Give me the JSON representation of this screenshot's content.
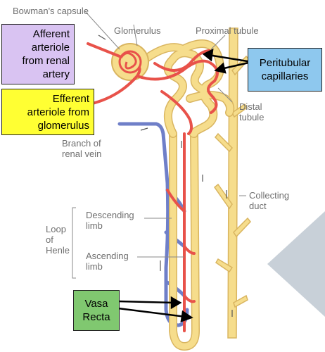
{
  "labels": {
    "bowmans_capsule": "Bowman's capsule",
    "glomerulus": "Glomerulus",
    "proximal_tubule": "Proximal tubule",
    "distal_tubule_1": "Distal",
    "distal_tubule_2": "tubule",
    "branch_renal_vein_1": "Branch of",
    "branch_renal_vein_2": "renal vein",
    "collecting_duct_1": "Collecting",
    "collecting_duct_2": "duct",
    "descending_limb_1": "Descending",
    "descending_limb_2": "limb",
    "ascending_limb_1": "Ascending",
    "ascending_limb_2": "limb",
    "loop_1": "Loop",
    "loop_2": "of",
    "loop_3": "Henle"
  },
  "callouts": {
    "afferent": [
      "Afferent",
      "arteriole",
      "from renal",
      "artery"
    ],
    "efferent": [
      "Efferent",
      "arteriole from",
      "glomerulus"
    ],
    "peritubular": [
      "Peritubular",
      "capillaries"
    ],
    "vasa_recta": [
      "Vasa",
      "Recta"
    ]
  },
  "colors": {
    "afferent_box": "#d9c3f2",
    "efferent_box": "#ffff33",
    "peritubular_box": "#8ec8ee",
    "vasa_recta_box": "#80c870",
    "artery": "#e8524a",
    "vein": "#6f7fc8",
    "tubule": "#f6dd8c",
    "tubule_edge": "#d9b560"
  }
}
